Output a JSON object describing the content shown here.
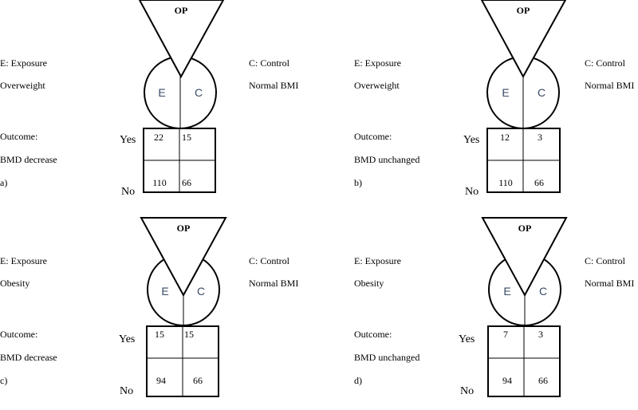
{
  "panels": [
    {
      "op": "OP",
      "exposure_label": "E: Exposure",
      "exposure_group": "Overweight",
      "control_label": "C: Control",
      "control_group": "Normal BMI",
      "e_letter": "E",
      "c_letter": "C",
      "outcome_label": "Outcome:",
      "outcome": "BMD decrease",
      "panel_id": "a)",
      "yes_label": "Yes",
      "no_label": "No",
      "cells": {
        "yes_e": "22",
        "yes_c": "15",
        "no_e": "110",
        "no_c": "66"
      }
    },
    {
      "op": "OP",
      "exposure_label": "E: Exposure",
      "exposure_group": "Overweight",
      "control_label": "C: Control",
      "control_group": "Normal BMI",
      "e_letter": "E",
      "c_letter": "C",
      "outcome_label": "Outcome:",
      "outcome": "BMD unchanged",
      "panel_id": "b)",
      "yes_label": "Yes",
      "no_label": "No",
      "cells": {
        "yes_e": "12",
        "yes_c": "3",
        "no_e": "110",
        "no_c": "66"
      }
    },
    {
      "op": "OP",
      "exposure_label": "E: Exposure",
      "exposure_group": "Obesity",
      "control_label": "C: Control",
      "control_group": "Normal BMI",
      "e_letter": "E",
      "c_letter": "C",
      "outcome_label": "Outcome:",
      "outcome": "BMD decrease",
      "panel_id": "c)",
      "yes_label": "Yes",
      "no_label": "No",
      "cells": {
        "yes_e": "15",
        "yes_c": "15",
        "no_e": "94",
        "no_c": "66"
      }
    },
    {
      "op": "OP",
      "exposure_label": "E: Exposure",
      "exposure_group": "Obesity",
      "control_label": "C: Control",
      "control_group": "Normal BMI",
      "e_letter": "E",
      "c_letter": "C",
      "outcome_label": "Outcome:",
      "outcome": "BMD unchanged",
      "panel_id": "d)",
      "yes_label": "Yes",
      "no_label": "No",
      "cells": {
        "yes_e": "7",
        "yes_c": "3",
        "no_e": "94",
        "no_c": "66"
      }
    }
  ]
}
